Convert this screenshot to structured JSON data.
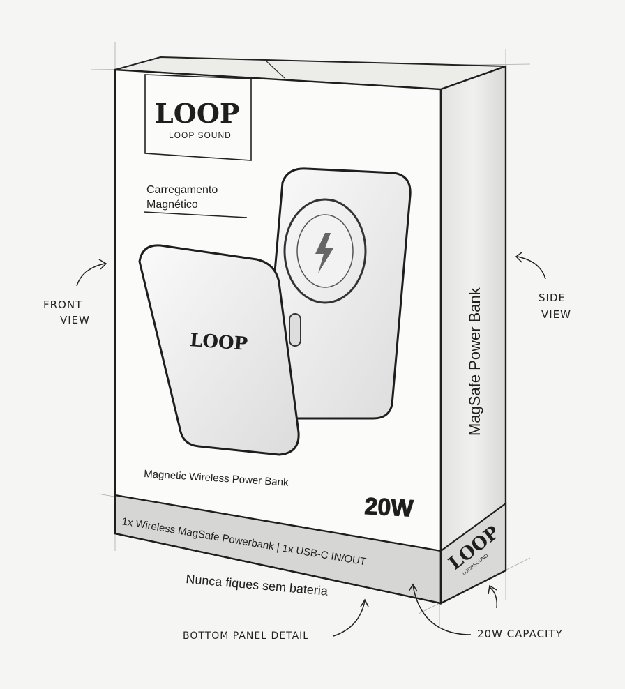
{
  "box": {
    "logo": {
      "wordmark": "LOOP",
      "subtitle": "LOOP SOUND"
    },
    "feature_title_line1": "Carregamento",
    "feature_title_line2": "Magnético",
    "device_logo": "LOOP",
    "product_name": "Magnetic Wireless Power Bank",
    "wattage": "20W",
    "contents": "1x Wireless MagSafe Powerbank | 1x USB-C IN/OUT",
    "side_title": "MagSafe Power Bank",
    "side_logo": {
      "wordmark": "LOOP",
      "subtitle": "LOOPSOUND"
    }
  },
  "tagline": "Nunca fiques sem bateria",
  "annotations": {
    "front_view_1": "FRONT",
    "front_view_2": "VIEW",
    "side_view_1": "SIDE",
    "side_view_2": "VIEW",
    "bottom_panel": "BOTTOM PANEL DETAIL",
    "capacity": "20W CAPACITY"
  },
  "colors": {
    "ink": "#1e1e1e",
    "band": "#d6d6d4",
    "paper": "#f5f5f3"
  }
}
